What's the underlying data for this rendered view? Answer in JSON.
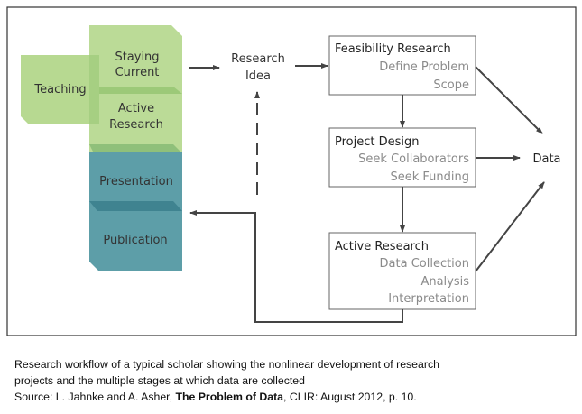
{
  "diagram": {
    "left_stack": {
      "teaching": "Teaching",
      "staying_current": [
        "Staying",
        "Current"
      ],
      "active_research": [
        "Active",
        "Research"
      ],
      "presentation": "Presentation",
      "publication": "Publication"
    },
    "research_idea": [
      "Research",
      "Idea"
    ],
    "boxes": [
      {
        "title": "Feasibility Research",
        "items": [
          "Define Problem",
          "Scope"
        ]
      },
      {
        "title": "Project Design",
        "items": [
          "Seek Collaborators",
          "Seek Funding"
        ]
      },
      {
        "title": "Active Research",
        "items": [
          "Data Collection",
          "Analysis",
          "Interpretation"
        ]
      }
    ],
    "data_label": "Data",
    "colors": {
      "green": "#b7d991",
      "green_dark": "#9cc978",
      "teal": "#5d9ea8",
      "teal_dark": "#3f8390"
    }
  },
  "caption": {
    "line1": "Research workflow of a typical scholar showing the nonlinear development of research",
    "line2": "projects and the multiple stages at which data are collected",
    "source_prefix": "Source: L. Jahnke and A. Asher, ",
    "source_title": "The Problem of Data",
    "source_suffix": ", CLIR: August 2012, p. 10."
  }
}
